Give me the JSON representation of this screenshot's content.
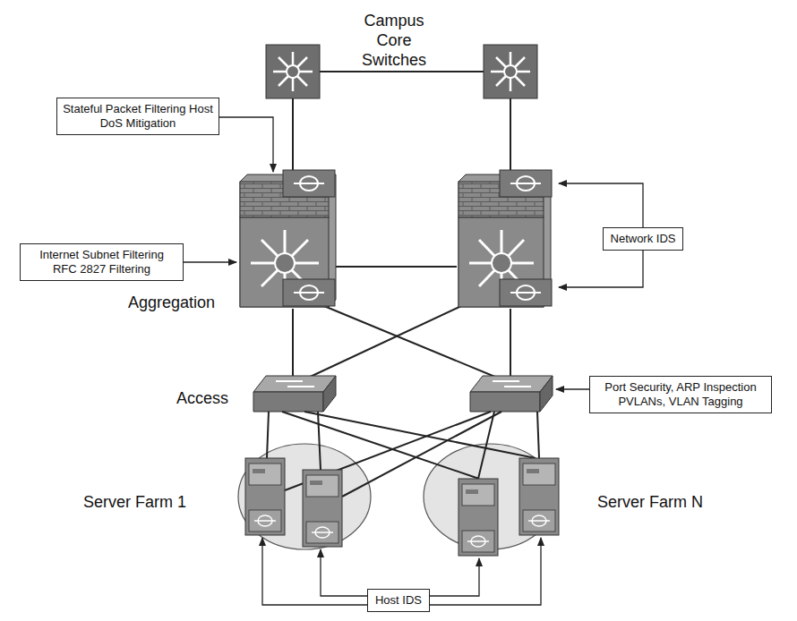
{
  "diagram": {
    "nodes": [
      {
        "text": [
          "Stateful Packet Filtering Host DoS Mitigation"
        ]
      },
      {
        "text": [
          "Internet Subnet Filtering RFC 2827 Filtering"
        ]
      },
      {
        "text": [
          "Network IDS"
        ]
      },
      {
        "text": [
          "Port Security, ARP Inspection PVLANs, VLAN Tagging"
        ]
      },
      {
        "text": [
          "Server Farm 1"
        ]
      },
      {
        "text": [
          "Server Farm N"
        ]
      },
      {
        "text": [
          "Host IDS"
        ]
      }
    ],
    "labels": [
      "Campus Core Switches",
      "Aggregation",
      "Access"
    ]
  }
}
